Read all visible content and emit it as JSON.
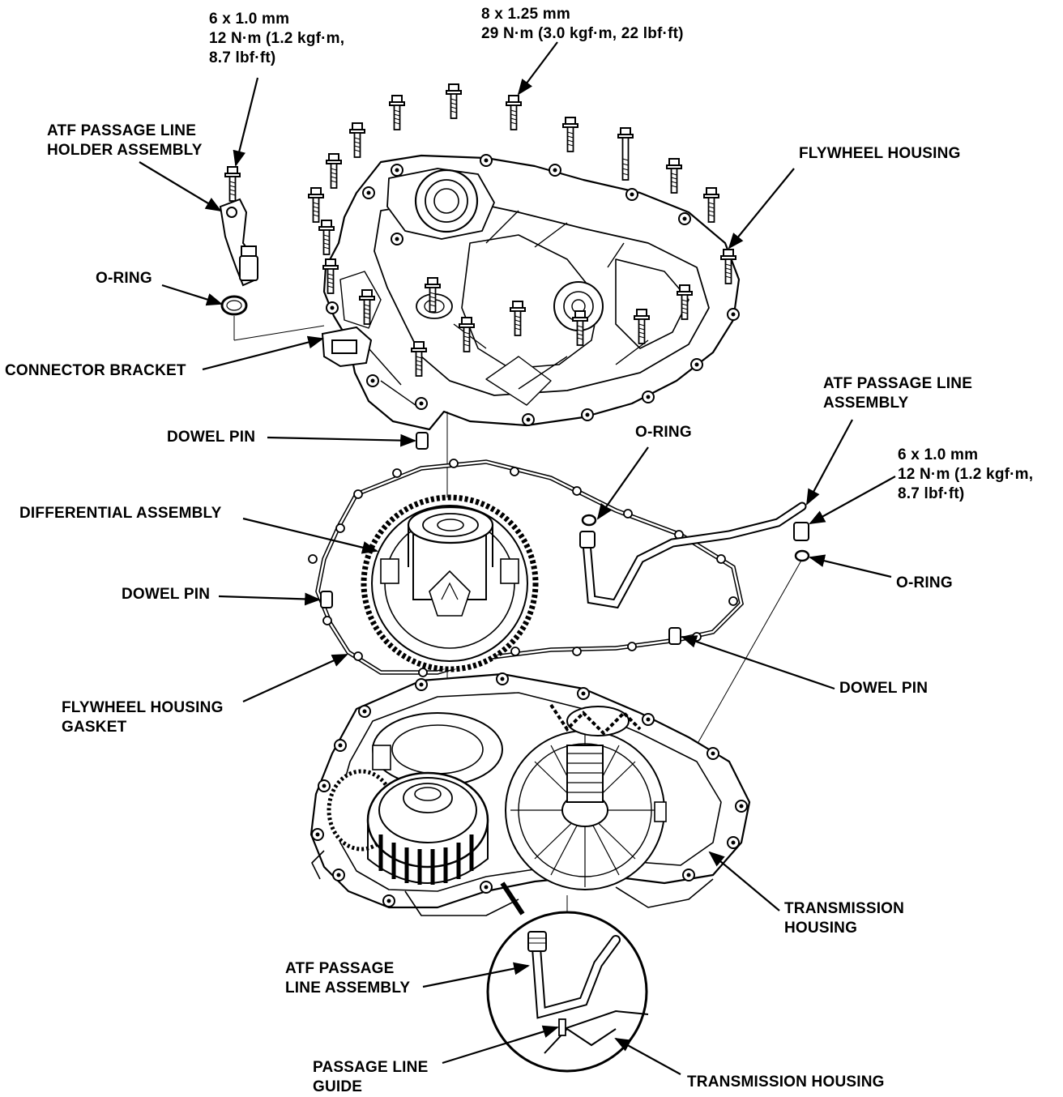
{
  "labels": {
    "spec_top_left": "6 x 1.0 mm\n12 N·m (1.2 kgf·m,\n8.7 lbf·ft)",
    "spec_top_center": "8 x 1.25 mm\n29 N·m (3.0 kgf·m, 22 lbf·ft)",
    "atf_holder": "ATF PASSAGE LINE\nHOLDER ASSEMBLY",
    "flywheel_housing": "FLYWHEEL HOUSING",
    "o_ring_left": "O-RING",
    "connector_bracket": "CONNECTOR BRACKET",
    "dowel_pin_top": "DOWEL PIN",
    "o_ring_mid": "O-RING",
    "atf_line_right": "ATF PASSAGE LINE\nASSEMBLY",
    "spec_right": "6 x 1.0 mm\n12 N·m (1.2 kgf·m,\n8.7 lbf·ft)",
    "differential": "DIFFERENTIAL ASSEMBLY",
    "dowel_pin_left": "DOWEL PIN",
    "o_ring_right": "O-RING",
    "dowel_pin_right": "DOWEL PIN",
    "gasket": "FLYWHEEL HOUSING\nGASKET",
    "transmission_housing": "TRANSMISSION\nHOUSING",
    "atf_line_bottom": "ATF PASSAGE\nLINE ASSEMBLY",
    "passage_guide": "PASSAGE LINE\nGUIDE",
    "transmission_housing_bottom": "TRANSMISSION HOUSING"
  }
}
